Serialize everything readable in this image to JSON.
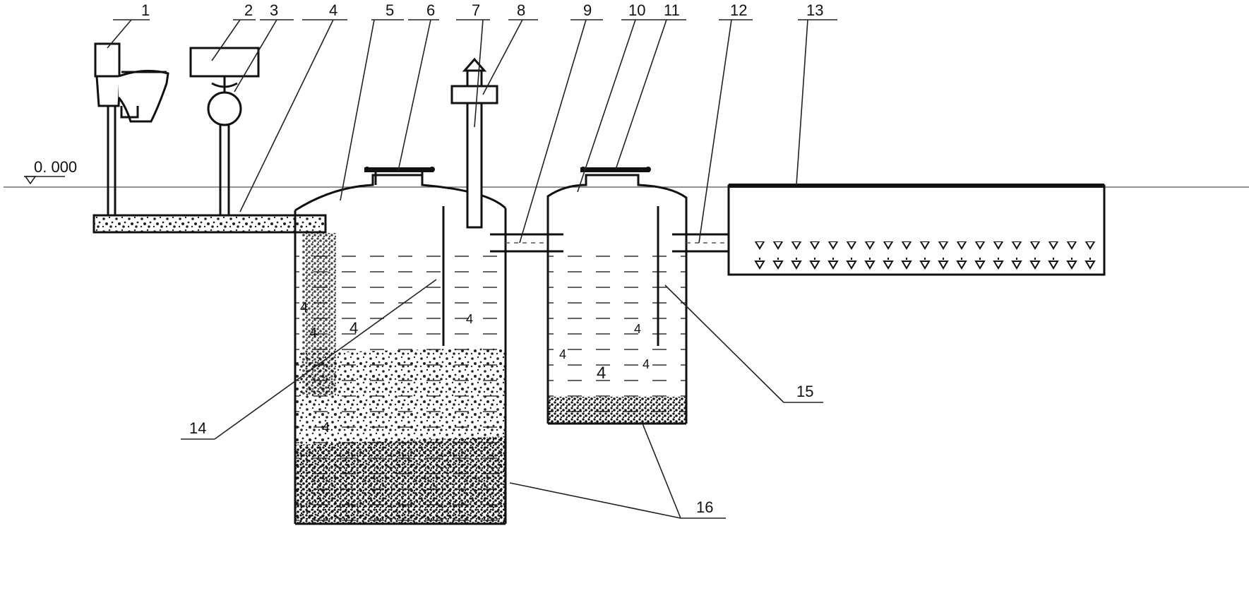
{
  "diagram": {
    "ground_level_label": "0. 000",
    "callouts": [
      {
        "id": "c1",
        "text": "1"
      },
      {
        "id": "c2",
        "text": "2"
      },
      {
        "id": "c3",
        "text": "3"
      },
      {
        "id": "c4",
        "text": "4"
      },
      {
        "id": "c5",
        "text": "5"
      },
      {
        "id": "c6",
        "text": "6"
      },
      {
        "id": "c7",
        "text": "7"
      },
      {
        "id": "c8",
        "text": "8"
      },
      {
        "id": "c9",
        "text": "9"
      },
      {
        "id": "c10",
        "text": "10"
      },
      {
        "id": "c11",
        "text": "11"
      },
      {
        "id": "c12",
        "text": "12"
      },
      {
        "id": "c13",
        "text": "13"
      },
      {
        "id": "c14",
        "text": "14"
      },
      {
        "id": "c15",
        "text": "15"
      },
      {
        "id": "c16",
        "text": "16"
      }
    ]
  }
}
